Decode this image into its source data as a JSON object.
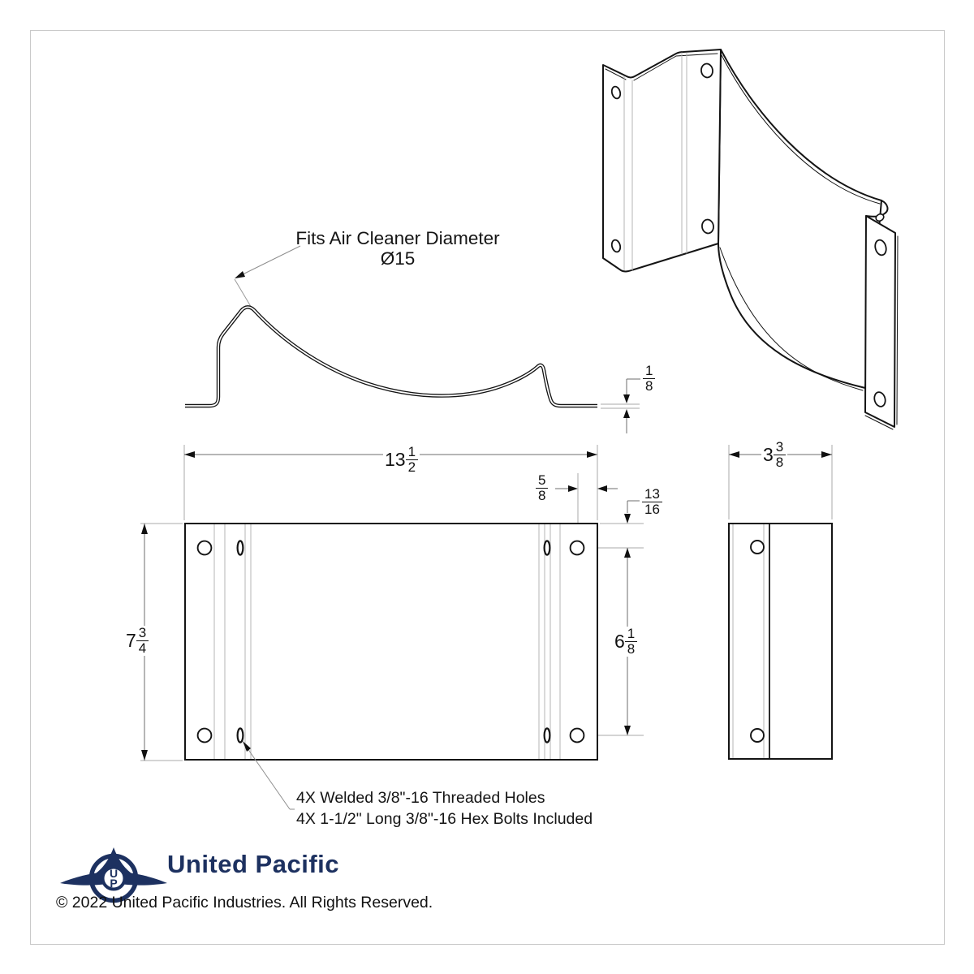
{
  "sheet": {
    "background": "#ffffff",
    "border_color": "#c9c9c9"
  },
  "callout": {
    "line1": "Fits Air Cleaner Diameter",
    "diameter": "Ø15"
  },
  "dims": {
    "thickness": {
      "num": "1",
      "den": "8"
    },
    "overall_width": {
      "whole": "13",
      "num": "1",
      "den": "2"
    },
    "hole_edge_offset": {
      "num": "5",
      "den": "8"
    },
    "hole_top_offset": {
      "num": "13",
      "den": "16"
    },
    "overall_height": {
      "whole": "7",
      "num": "3",
      "den": "4"
    },
    "hole_spacing": {
      "whole": "6",
      "num": "1",
      "den": "8"
    },
    "side_width": {
      "whole": "3",
      "num": "3",
      "den": "8"
    }
  },
  "notes": {
    "line1": "4X Welded 3/8\"-16 Threaded Holes",
    "line2": "4X 1-1/2\" Long 3/8\"-16 Hex Bolts Included"
  },
  "footer": {
    "brand": "United Pacific",
    "monogram_u": "U",
    "monogram_p": "P",
    "copyright": "© 2022 United Pacific Industries. All Rights Reserved.",
    "brand_color": "#1d3160"
  }
}
